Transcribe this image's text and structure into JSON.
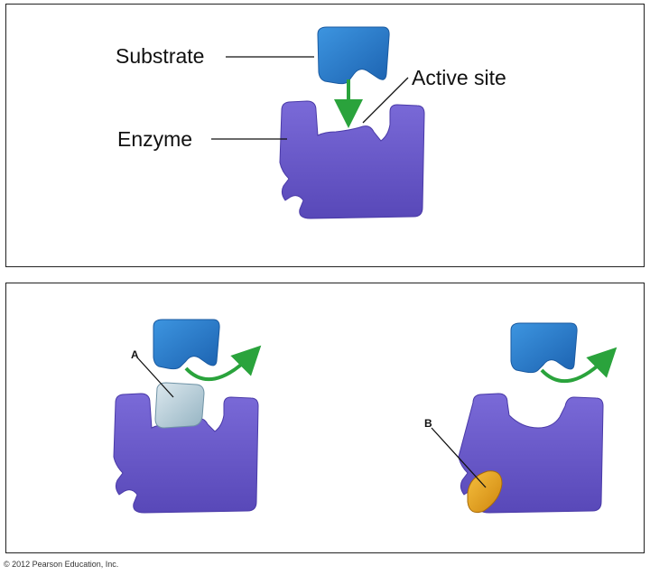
{
  "top_panel": {
    "substrate_label": "Substrate",
    "enzyme_label": "Enzyme",
    "active_site_label": "Active site"
  },
  "bottom_panel": {
    "inhibitor_a_label": "A",
    "inhibitor_b_label": "B"
  },
  "footer": {
    "copyright": "© 2012 Pearson Education, Inc."
  },
  "colors": {
    "enzyme": "#6655c8",
    "substrate": "#2e7fd0",
    "arrow": "#2aa33c",
    "competitive_inhibitor": "#b9cfd9",
    "noncompetitive_inhibitor": "#e8a21c"
  }
}
